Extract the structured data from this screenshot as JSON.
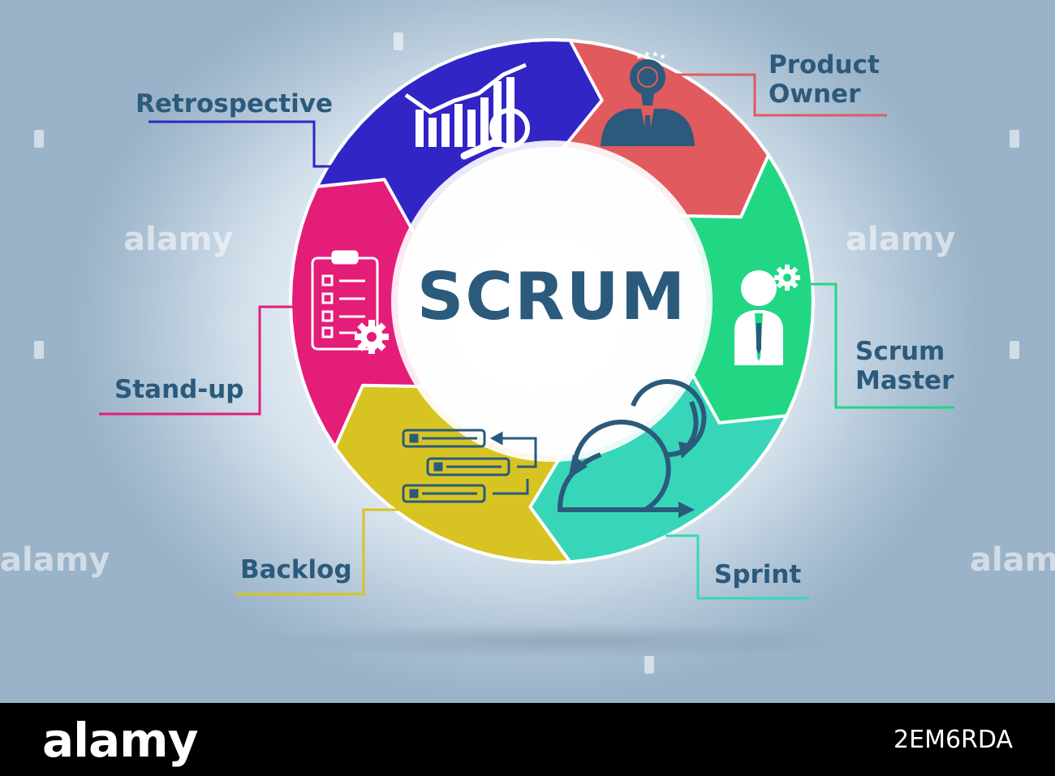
{
  "diagram": {
    "center_title": "SCRUM",
    "segments": [
      {
        "label_line1": "Product",
        "label_line2": "Owner",
        "color": "#e15a5e",
        "icon": "businessman-lightbulb-icon"
      },
      {
        "label_line1": "Scrum",
        "label_line2": "Master",
        "color": "#22d784",
        "icon": "manager-gear-icon"
      },
      {
        "label_line1": "Sprint",
        "color": "#38d6b9",
        "icon": "sprint-cycle-arrows-icon"
      },
      {
        "label_line1": "Backlog",
        "color": "#d7c423",
        "icon": "backlog-list-icon"
      },
      {
        "label_line1": "Stand-up",
        "color": "#e41d79",
        "icon": "clipboard-checklist-icon"
      },
      {
        "label_line1": "Retrospective",
        "color": "#3125c6",
        "icon": "chart-magnifier-icon"
      }
    ]
  },
  "watermark": {
    "text": "alamy"
  },
  "footer": {
    "brand": "alamy",
    "image_id": "2EM6RDA"
  }
}
